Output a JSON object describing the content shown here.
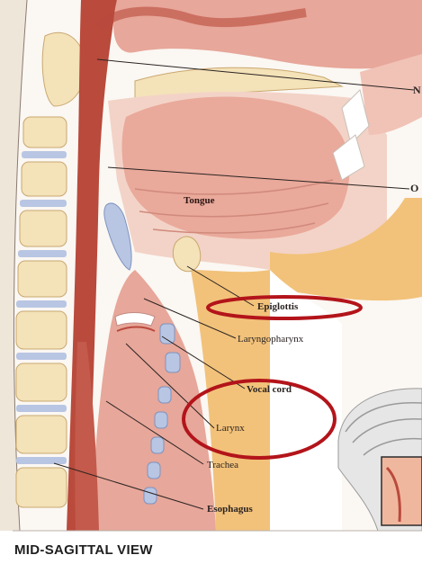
{
  "figure": {
    "caption": "MID-SAGITTAL VIEW",
    "labels": {
      "nasopharynx_clipped": "N",
      "oropharynx_clipped": "O",
      "tongue": "Tongue",
      "epiglottis": "Epiglottis",
      "laryngopharynx": "Laryngopharynx",
      "vocal_cord": "Vocal cord",
      "larynx": "Larynx",
      "trachea": "Trachea",
      "esophagus": "Esophagus"
    },
    "highlights": [
      "Epiglottis",
      "Larynx"
    ],
    "colors": {
      "highlight_ellipse": "#b3141a",
      "tissue_dark": "#b94a3c",
      "tissue_pink": "#e7a79a",
      "tissue_light": "#f3d3c7",
      "fat_yellow": "#f2c27a",
      "bone_cream": "#f4e2b9",
      "cartilage_blue": "#b8c6e3"
    }
  }
}
